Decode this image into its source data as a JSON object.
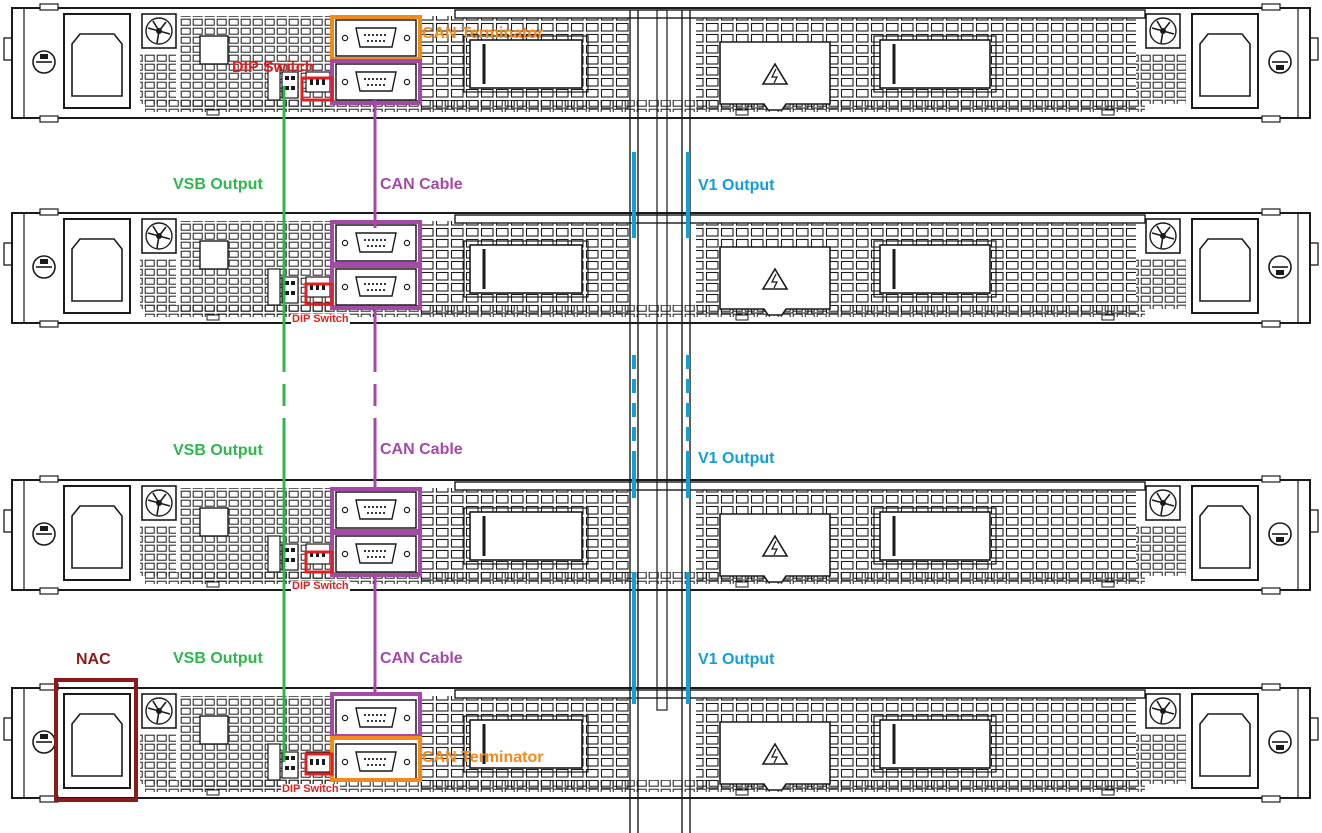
{
  "colors": {
    "vsb": "#2eb84b",
    "can": "#a34aa6",
    "v1": "#129ed9",
    "terminator": "#f28a1a",
    "dip": "#e02020",
    "nac": "#8b1a1a",
    "chassis_line": "#1a1a1a"
  },
  "units": [
    {
      "dip_label": "DIP Switch",
      "vsb_label": "VSB Output",
      "can_label": "CAN Cable",
      "v1_label": "V1 Output",
      "terminator_label": "CAN Terminator"
    },
    {
      "dip_label": "DIP Switch",
      "vsb_label": "VSB Output",
      "can_label": "CAN Cable",
      "v1_label": "V1 Output"
    },
    {
      "dip_label": "DIP Switch",
      "vsb_label": "VSB Output",
      "can_label": "CAN Cable",
      "v1_label": "V1 Output"
    },
    {
      "dip_label": "DIP Switch",
      "terminator_label": "CAN Terminator",
      "nac_label": "NAC"
    }
  ],
  "icons": {
    "fan": "fan-icon",
    "warning": "high-voltage-warning-icon",
    "lock": "locking-screw-icon",
    "inlet": "ac-inlet-icon",
    "serial": "db9-serial-port-icon"
  }
}
